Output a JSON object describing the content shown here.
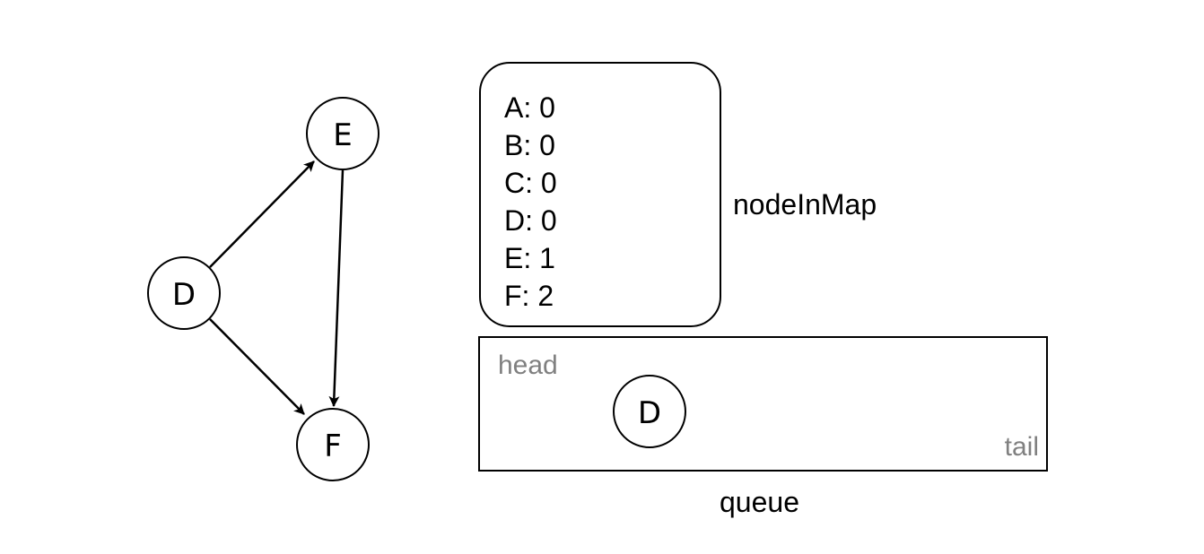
{
  "graph": {
    "nodes": [
      {
        "id": "D",
        "label": "D"
      },
      {
        "id": "E",
        "label": "E"
      },
      {
        "id": "F",
        "label": "F"
      }
    ],
    "edges": [
      {
        "from": "D",
        "to": "E"
      },
      {
        "from": "D",
        "to": "F"
      },
      {
        "from": "E",
        "to": "F"
      }
    ]
  },
  "node_in_map": {
    "title": "nodeInMap",
    "entries": [
      "A: 0",
      "B: 0",
      "C: 0",
      "D: 0",
      "E: 1",
      "F: 2"
    ]
  },
  "queue": {
    "title": "queue",
    "head_label": "head",
    "tail_label": "tail",
    "items": [
      {
        "label": "D"
      }
    ]
  }
}
